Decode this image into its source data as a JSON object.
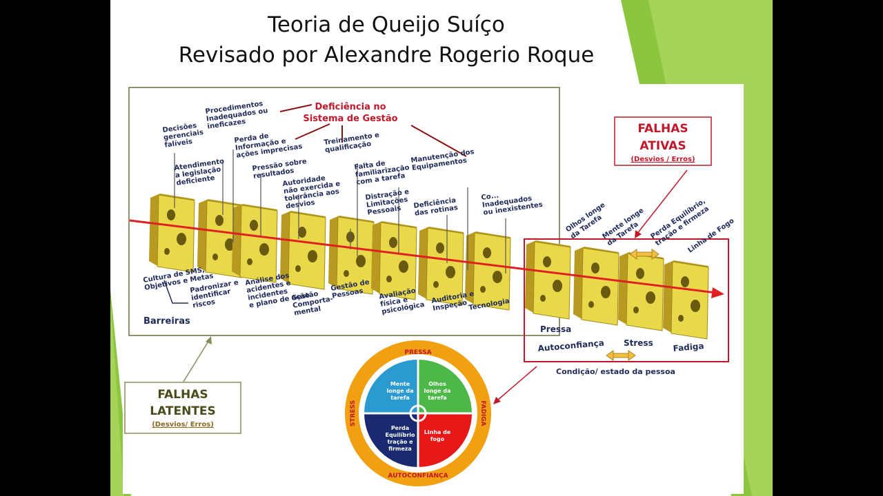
{
  "title": {
    "line1": "Teoria de Queijo Suíço",
    "line2": "Revisado por Alexandre Rogerio Roque"
  },
  "management_deficiency": {
    "line1": "Deficiência no",
    "line2": "Sistema de Gestão"
  },
  "top_labels": [
    [
      "Decisões",
      "gerenciais",
      "falíveis"
    ],
    [
      "Procedimentos",
      "Inadequados ou",
      "ineficazes"
    ],
    [
      "Perda de",
      "Informação e",
      "ações imprecisas"
    ],
    [
      "Atendimento",
      "a legislação",
      "deficiente"
    ],
    [
      "Pressão sobre",
      "resultados"
    ],
    [
      "Autoridade",
      "não exercida e",
      "tolerância aos",
      "desvios"
    ],
    [
      "Treinamento e",
      "qualificação"
    ],
    [
      "Falta de",
      "familiarização",
      "com a tarefa"
    ],
    [
      "Manutenção dos",
      "Equipamentos"
    ],
    [
      "Distração e",
      "Limitações",
      "Pessoais"
    ],
    [
      "Deficiência",
      "das rotinas"
    ],
    [
      "Co...",
      "Inadequados",
      "ou inexistentes"
    ]
  ],
  "bottom_labels": [
    [
      "Cultura de SMS,",
      "Objetivos e Metas"
    ],
    [
      "Padronizar e",
      "identificar",
      "riscos"
    ],
    [
      "Análise dos",
      "acidentes e",
      "incidentes",
      "e plano de ação"
    ],
    [
      "Gestão",
      "Comporta-",
      "mental"
    ],
    [
      "Gestão de",
      "Pessoas"
    ],
    [
      "Avaliação",
      "física e",
      "psicológica"
    ],
    [
      "Auditoria e",
      "Inspeção"
    ],
    [
      "Tecnologia"
    ]
  ],
  "barriers_label": "Barreiras",
  "active_failures": {
    "line1": "FALHAS",
    "line2": "ATIVAS",
    "sub": "(Desvios / Erros)"
  },
  "latent_failures": {
    "line1": "FALHAS",
    "line2": "LATENTES",
    "sub": "(Desvios/ Erros)"
  },
  "active_labels": [
    [
      "Olhos longe",
      "da Tarefa"
    ],
    [
      "Mente longe",
      "da Tarefa"
    ],
    [
      "Perda Equilíbrio,",
      "tração e firmeza"
    ],
    [
      "Linha de Fogo"
    ]
  ],
  "condition_labels": [
    "Pressa",
    "Autoconfiança",
    "Stress",
    "Fadiga"
  ],
  "condition_caption": "Condição/ estado da pessoa",
  "wheel": {
    "top": "PRESSA",
    "bottom": "AUTOCONFIANÇA",
    "left": "STRESS",
    "right": "FADIGA",
    "q1": [
      "Mente",
      "longe da",
      "tarefa"
    ],
    "q2": [
      "Olhos",
      "longe da",
      "tarefa"
    ],
    "q3": [
      "Perda",
      "Equilíbrio",
      "tração e",
      "firmeza"
    ],
    "q4": [
      "Linha de",
      "fogo"
    ]
  },
  "colors": {
    "cheese": "#e8d84a",
    "arrow": "#e02020",
    "navy": "#1f2a5a",
    "active_red": "#c0182a",
    "latent_olive": "#4a4a1a",
    "wheel_orange": "#f0a010",
    "q_blue": "#2a9ad0",
    "q_green": "#4cb848",
    "q_navy": "#1a2a70",
    "q_red": "#e81818"
  }
}
